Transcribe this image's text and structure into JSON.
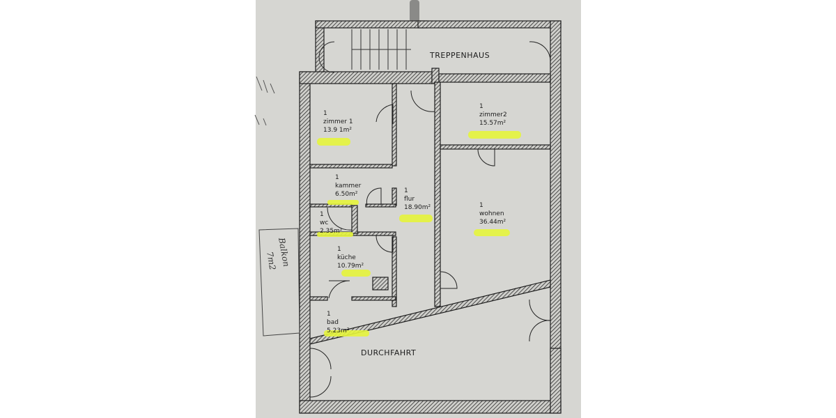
{
  "plan": {
    "stair_hall": "TREPPENHAUS",
    "passage": "DURCHFAHRT",
    "highlight_color": "#e6f53c",
    "wall_color": "#2a2a2a",
    "paper_color": "#d6d6d2",
    "rooms": [
      {
        "count": "1",
        "name": "zimmer 1",
        "area": "13.9 1m²"
      },
      {
        "count": "1",
        "name": "kammer",
        "area": "6.50m²"
      },
      {
        "count": "1",
        "name": "wc",
        "area": "2.35m²"
      },
      {
        "count": "1",
        "name": "küche",
        "area": "10.79m²"
      },
      {
        "count": "1",
        "name": "bad",
        "area": "5.23m²"
      },
      {
        "count": "1",
        "name": "flur",
        "area": "18.90m²"
      },
      {
        "count": "1",
        "name": "zimmer2",
        "area": "15.57m²"
      },
      {
        "count": "1",
        "name": "wohnen",
        "area": "36.44m²"
      }
    ],
    "handwritten_note": {
      "line1": "Balkon",
      "line2": "7m2"
    }
  }
}
